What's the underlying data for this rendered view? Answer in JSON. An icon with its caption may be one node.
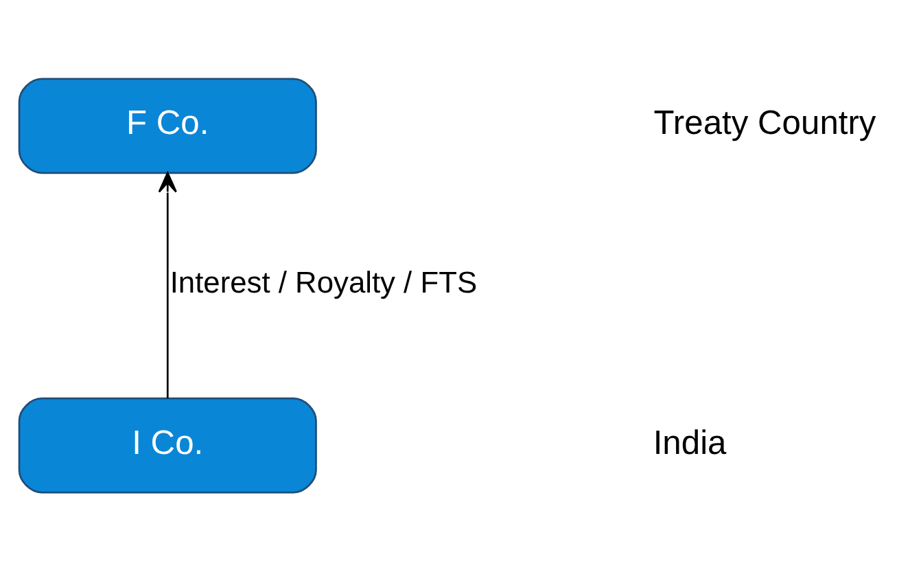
{
  "diagram": {
    "nodes": [
      {
        "text": [
          "F Co."
        ]
      },
      {
        "text": [
          "I Co."
        ]
      }
    ],
    "edges": [
      {
        "from": 1,
        "to": 0,
        "arrow": "to",
        "label": "Interest / Royalty / FTS"
      }
    ],
    "labels": [
      "Treaty Country",
      "India"
    ]
  }
}
